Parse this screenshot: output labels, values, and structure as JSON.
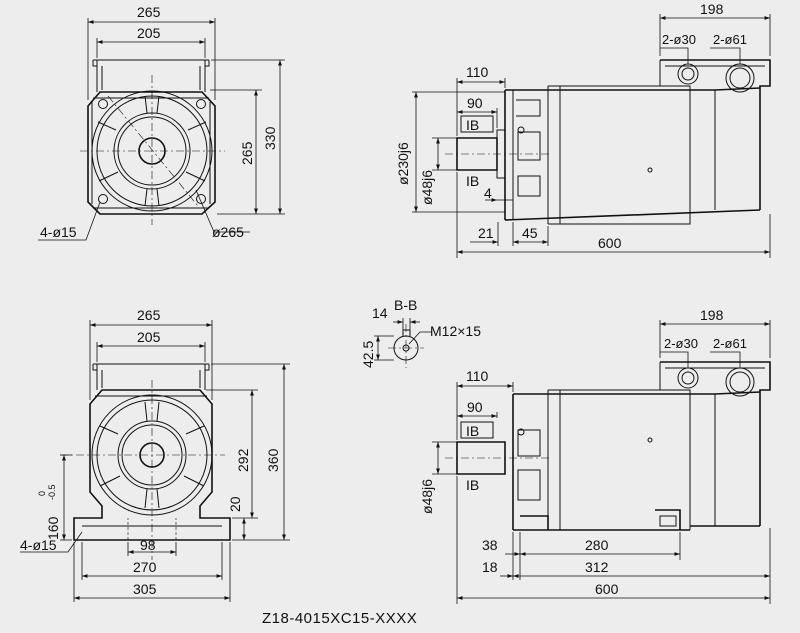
{
  "model": "Z18-4015XC15-XXXX",
  "top_front": {
    "w_265": "265",
    "w_205": "205",
    "h_330": "330",
    "h_265": "265",
    "holes": "4-ø15",
    "dia_265": "ø265"
  },
  "top_side": {
    "w_198": "198",
    "term_a": "2-ø30",
    "term_b": "2-ø61",
    "l_110": "110",
    "l_90": "90",
    "ib1": "IB",
    "ib2": "IB",
    "d_230": "ø230j6",
    "d_48": "ø48j6",
    "l_4": "4",
    "l_21": "21",
    "l_45": "45",
    "l_600": "600"
  },
  "section": {
    "title": "B-B",
    "w_14": "14",
    "h_42_5": "42.5",
    "thread": "M12×15"
  },
  "bottom_front": {
    "w_265": "265",
    "w_205": "205",
    "h_292": "292",
    "h_360": "360",
    "h_20": "20",
    "h_160": "160",
    "tol_up": "0",
    "tol_dn": "-0.5",
    "holes": "4-ø15",
    "w_98": "98",
    "w_270": "270",
    "w_305": "305"
  },
  "bottom_side": {
    "w_198": "198",
    "term_a": "2-ø30",
    "term_b": "2-ø61",
    "l_110": "110",
    "l_90": "90",
    "ib1": "IB",
    "ib2": "IB",
    "d_48": "ø48j6",
    "l_38": "38",
    "l_280": "280",
    "l_18": "18",
    "l_312": "312",
    "l_600": "600"
  }
}
